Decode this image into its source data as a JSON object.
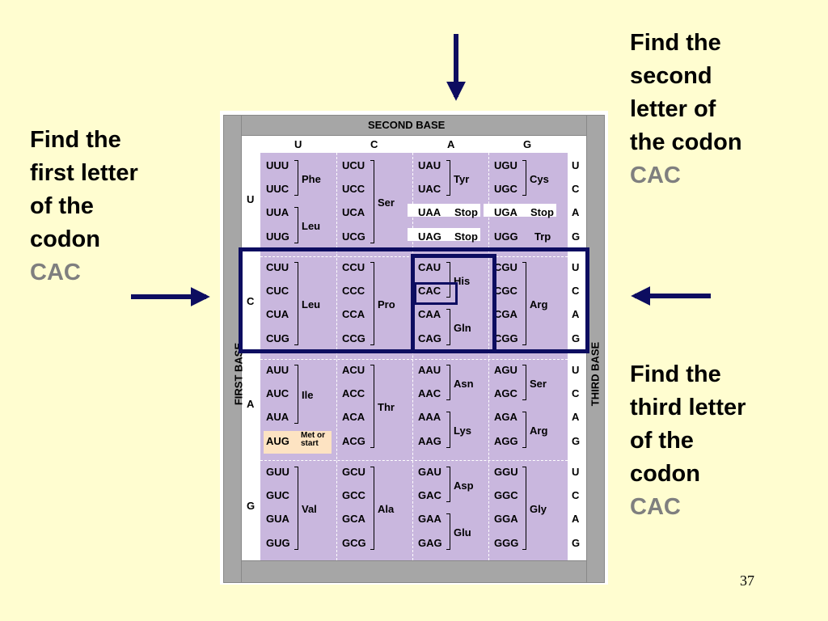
{
  "annotations": {
    "first": {
      "lines": [
        "Find the",
        "first letter",
        "of the",
        "codon"
      ],
      "codon": "CAC"
    },
    "second": {
      "lines": [
        "Find the",
        "second",
        "letter of",
        "the codon"
      ],
      "codon": "CAC"
    },
    "third": {
      "lines": [
        "Find the",
        "third letter",
        "of the",
        "codon"
      ],
      "codon": "CAC"
    }
  },
  "table": {
    "second_base_label": "SECOND BASE",
    "first_base_label": "FIRST BASE",
    "third_base_label": "THIRD BASE",
    "bases": [
      "U",
      "C",
      "A",
      "G"
    ],
    "rows": [
      {
        "first": "U",
        "cols": [
          {
            "codons": [
              "UUU",
              "UUC",
              "UUA",
              "UUG"
            ],
            "groups": [
              {
                "aa": "Phe",
                "span": [
                  0,
                  1
                ]
              },
              {
                "aa": "Leu",
                "span": [
                  2,
                  3
                ]
              }
            ]
          },
          {
            "codons": [
              "UCU",
              "UCC",
              "UCA",
              "UCG"
            ],
            "groups": [
              {
                "aa": "Ser",
                "span": [
                  0,
                  3
                ]
              }
            ]
          },
          {
            "codons": [
              "UAU",
              "UAC",
              "UAA",
              "UAG"
            ],
            "groups": [
              {
                "aa": "Tyr",
                "span": [
                  0,
                  1
                ]
              },
              {
                "aa": "Stop",
                "span": [
                  2,
                  2
                ],
                "stop": true
              },
              {
                "aa": "Stop",
                "span": [
                  3,
                  3
                ],
                "stop": true
              }
            ]
          },
          {
            "codons": [
              "UGU",
              "UGC",
              "UGA",
              "UGG"
            ],
            "groups": [
              {
                "aa": "Cys",
                "span": [
                  0,
                  1
                ]
              },
              {
                "aa": "Stop",
                "span": [
                  2,
                  2
                ],
                "stop": true
              },
              {
                "aa": "Trp",
                "span": [
                  3,
                  3
                ],
                "single": true
              }
            ]
          }
        ]
      },
      {
        "first": "C",
        "cols": [
          {
            "codons": [
              "CUU",
              "CUC",
              "CUA",
              "CUG"
            ],
            "groups": [
              {
                "aa": "Leu",
                "span": [
                  0,
                  3
                ]
              }
            ]
          },
          {
            "codons": [
              "CCU",
              "CCC",
              "CCA",
              "CCG"
            ],
            "groups": [
              {
                "aa": "Pro",
                "span": [
                  0,
                  3
                ]
              }
            ]
          },
          {
            "codons": [
              "CAU",
              "CAC",
              "CAA",
              "CAG"
            ],
            "groups": [
              {
                "aa": "His",
                "span": [
                  0,
                  1
                ]
              },
              {
                "aa": "Gln",
                "span": [
                  2,
                  3
                ]
              }
            ]
          },
          {
            "codons": [
              "CGU",
              "CGC",
              "CGA",
              "CGG"
            ],
            "groups": [
              {
                "aa": "Arg",
                "span": [
                  0,
                  3
                ]
              }
            ]
          }
        ]
      },
      {
        "first": "A",
        "cols": [
          {
            "codons": [
              "AUU",
              "AUC",
              "AUA",
              "AUG"
            ],
            "groups": [
              {
                "aa": "Ile",
                "span": [
                  0,
                  2
                ]
              },
              {
                "aa": "Met or start",
                "span": [
                  3,
                  3
                ],
                "met": true
              }
            ]
          },
          {
            "codons": [
              "ACU",
              "ACC",
              "ACA",
              "ACG"
            ],
            "groups": [
              {
                "aa": "Thr",
                "span": [
                  0,
                  3
                ]
              }
            ]
          },
          {
            "codons": [
              "AAU",
              "AAC",
              "AAA",
              "AAG"
            ],
            "groups": [
              {
                "aa": "Asn",
                "span": [
                  0,
                  1
                ]
              },
              {
                "aa": "Lys",
                "span": [
                  2,
                  3
                ]
              }
            ]
          },
          {
            "codons": [
              "AGU",
              "AGC",
              "AGA",
              "AGG"
            ],
            "groups": [
              {
                "aa": "Ser",
                "span": [
                  0,
                  1
                ]
              },
              {
                "aa": "Arg",
                "span": [
                  2,
                  3
                ]
              }
            ]
          }
        ]
      },
      {
        "first": "G",
        "cols": [
          {
            "codons": [
              "GUU",
              "GUC",
              "GUA",
              "GUG"
            ],
            "groups": [
              {
                "aa": "Val",
                "span": [
                  0,
                  3
                ]
              }
            ]
          },
          {
            "codons": [
              "GCU",
              "GCC",
              "GCA",
              "GCG"
            ],
            "groups": [
              {
                "aa": "Ala",
                "span": [
                  0,
                  3
                ]
              }
            ]
          },
          {
            "codons": [
              "GAU",
              "GAC",
              "GAA",
              "GAG"
            ],
            "groups": [
              {
                "aa": "Asp",
                "span": [
                  0,
                  1
                ]
              },
              {
                "aa": "Glu",
                "span": [
                  2,
                  3
                ]
              }
            ]
          },
          {
            "codons": [
              "GGU",
              "GGC",
              "GGA",
              "GGG"
            ],
            "groups": [
              {
                "aa": "Gly",
                "span": [
                  0,
                  3
                ]
              }
            ]
          }
        ]
      }
    ]
  },
  "slide_number": "37",
  "colors": {
    "background": "#fffdd0",
    "table_fill": "#c9b7de",
    "frame": "#a6a6a6",
    "highlight": "#0d0d60",
    "codon_text": "#7f7f7f",
    "met_fill": "#fde3c2"
  }
}
